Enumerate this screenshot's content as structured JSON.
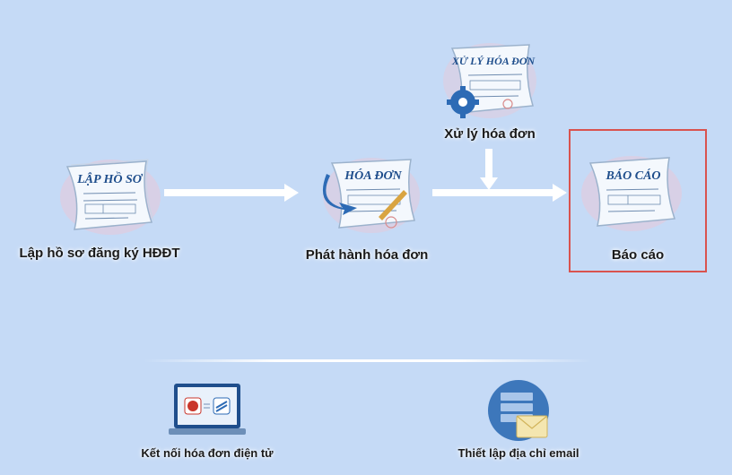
{
  "workflow": {
    "register": {
      "doc_title": "LẬP HỒ SƠ",
      "label": "Lập hồ sơ đăng ký HĐĐT"
    },
    "issue": {
      "doc_title": "HÓA ĐƠN",
      "label": "Phát hành hóa đơn"
    },
    "process": {
      "doc_title": "XỬ LÝ HÓA ĐƠN",
      "label": "Xử lý hóa đơn"
    },
    "report": {
      "doc_title": "BÁO CÁO",
      "label": "Báo cáo",
      "highlight_color": "#d9534f"
    }
  },
  "bottom": {
    "connect": {
      "label": "Kết nối hóa đơn điện tử"
    },
    "email": {
      "label": "Thiết lập địa chỉ email"
    }
  },
  "colors": {
    "background": "#c5daf6",
    "doc_title": "#1f4e8c",
    "gear": "#2d6bb5"
  }
}
